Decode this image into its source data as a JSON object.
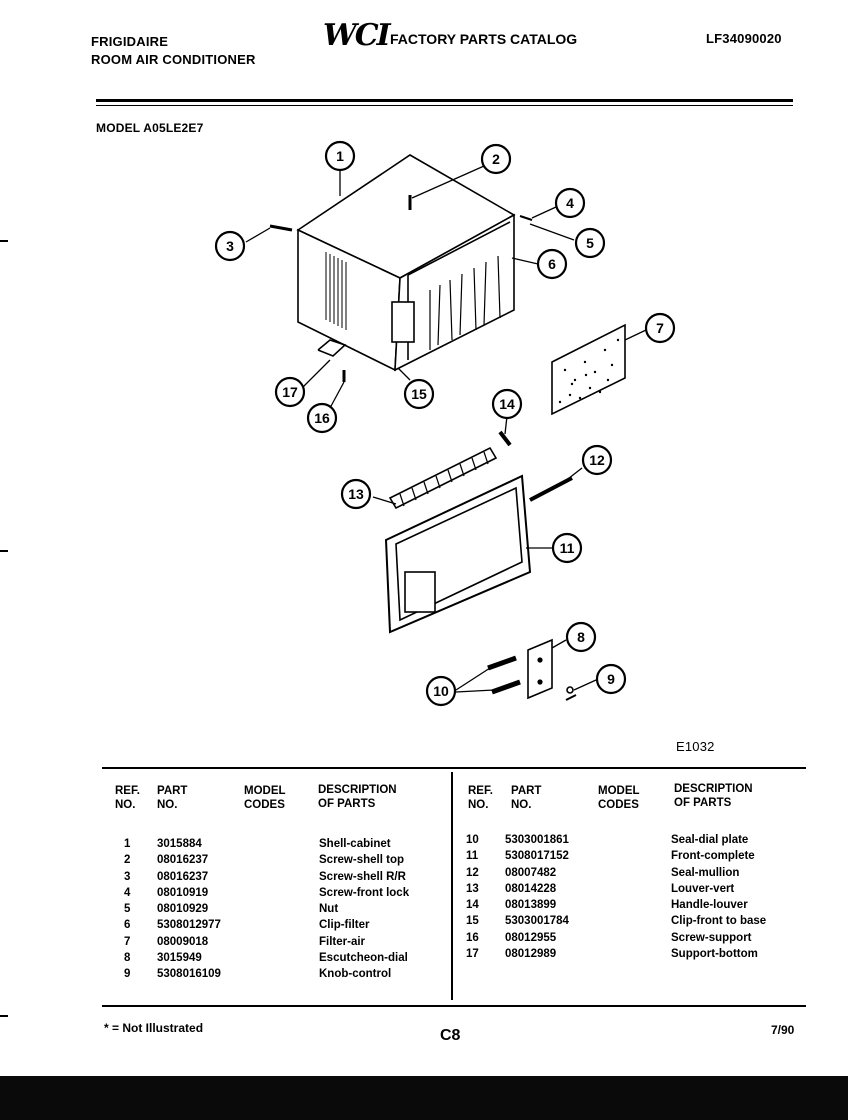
{
  "header": {
    "brand": "FRIGIDAIRE",
    "product": "ROOM AIR CONDITIONER",
    "logo": "WCI",
    "catalog_title": "FACTORY PARTS CATALOG",
    "catalog_number": "LF34090020",
    "model_label": "MODEL A05LE2E7"
  },
  "diagram": {
    "figure_code": "E1032",
    "callouts": [
      "1",
      "2",
      "3",
      "4",
      "5",
      "6",
      "7",
      "8",
      "9",
      "10",
      "11",
      "12",
      "13",
      "14",
      "15",
      "16",
      "17"
    ]
  },
  "table": {
    "headers": {
      "ref_line1": "REF.",
      "ref_line2": "NO.",
      "part_line1": "PART",
      "part_line2": "NO.",
      "model_line1": "MODEL",
      "model_line2": "CODES",
      "desc_line1": "DESCRIPTION",
      "desc_line2": "OF PARTS"
    },
    "left_rows": [
      {
        "ref": "1",
        "part": "3015884",
        "desc": "Shell-cabinet"
      },
      {
        "ref": "2",
        "part": "08016237",
        "desc": "Screw-shell top"
      },
      {
        "ref": "3",
        "part": "08016237",
        "desc": "Screw-shell R/R"
      },
      {
        "ref": "4",
        "part": "08010919",
        "desc": "Screw-front lock"
      },
      {
        "ref": "5",
        "part": "08010929",
        "desc": "Nut"
      },
      {
        "ref": "6",
        "part": "5308012977",
        "desc": "Clip-filter"
      },
      {
        "ref": "7",
        "part": "08009018",
        "desc": "Filter-air"
      },
      {
        "ref": "8",
        "part": "3015949",
        "desc": "Escutcheon-dial"
      },
      {
        "ref": "9",
        "part": "5308016109",
        "desc": "Knob-control"
      }
    ],
    "right_rows": [
      {
        "ref": "10",
        "part": "5303001861",
        "desc": "Seal-dial plate"
      },
      {
        "ref": "11",
        "part": "5308017152",
        "desc": "Front-complete"
      },
      {
        "ref": "12",
        "part": "08007482",
        "desc": "Seal-mullion"
      },
      {
        "ref": "13",
        "part": "08014228",
        "desc": "Louver-vert"
      },
      {
        "ref": "14",
        "part": "08013899",
        "desc": "Handle-louver"
      },
      {
        "ref": "15",
        "part": "5303001784",
        "desc": "Clip-front to base"
      },
      {
        "ref": "16",
        "part": "08012955",
        "desc": "Screw-support"
      },
      {
        "ref": "17",
        "part": "08012989",
        "desc": "Support-bottom"
      }
    ]
  },
  "footer": {
    "note": "* = Not Illustrated",
    "page": "C8",
    "date": "7/90"
  }
}
